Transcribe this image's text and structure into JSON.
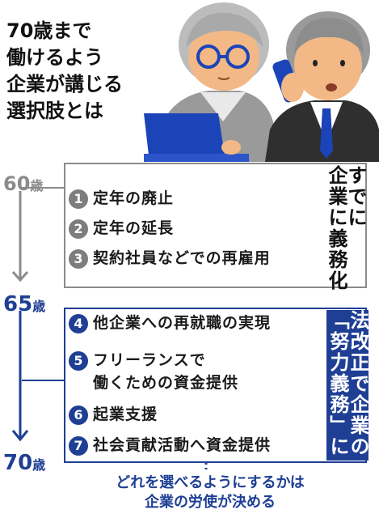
{
  "title_lines": [
    "70歳まで",
    "働けるよう",
    "企業が講じる",
    "選択肢とは"
  ],
  "ages": {
    "a60": {
      "num": "60",
      "unit": "歳"
    },
    "a65": {
      "num": "65",
      "unit": "歳"
    },
    "a70": {
      "num": "70",
      "unit": "歳"
    }
  },
  "existing": {
    "label_cols": [
      "すでに",
      "企業に義務化"
    ],
    "items": [
      {
        "num": "1",
        "text": "定年の廃止"
      },
      {
        "num": "2",
        "text": "定年の延長"
      },
      {
        "num": "3",
        "text": "契約社員などでの再雇用"
      }
    ]
  },
  "new": {
    "label_cols": [
      "法改正で企業の",
      "「努力義務」に"
    ],
    "items": [
      {
        "num": "4",
        "text": "他企業への再就職の実現"
      },
      {
        "num": "5",
        "text": "フリーランスで",
        "text2": "働くための資金提供"
      },
      {
        "num": "6",
        "text": "起業支援"
      },
      {
        "num": "7",
        "text": "社会貢献活動へ資金提供"
      }
    ]
  },
  "footer_lines": [
    "どれを選べるようにするかは",
    "企業の労使が決める"
  ],
  "colors": {
    "gray": "#8b8b8b",
    "navy": "#1e3f94",
    "screen_blue": "#1a44b8"
  }
}
